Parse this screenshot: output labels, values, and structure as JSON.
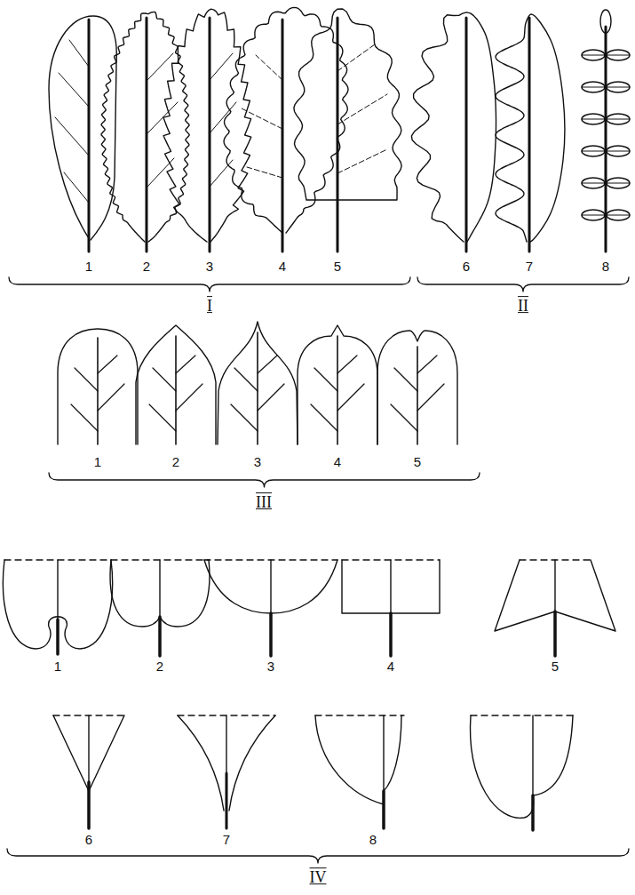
{
  "diagram": {
    "labels": [
      "1",
      "2",
      "3",
      "4",
      "5",
      "6",
      "7",
      "8",
      "I",
      "II",
      "1",
      "2",
      "3",
      "4",
      "5",
      "III",
      "1",
      "2",
      "3",
      "4",
      "5",
      "6",
      "7",
      "8",
      "IV"
    ]
  }
}
